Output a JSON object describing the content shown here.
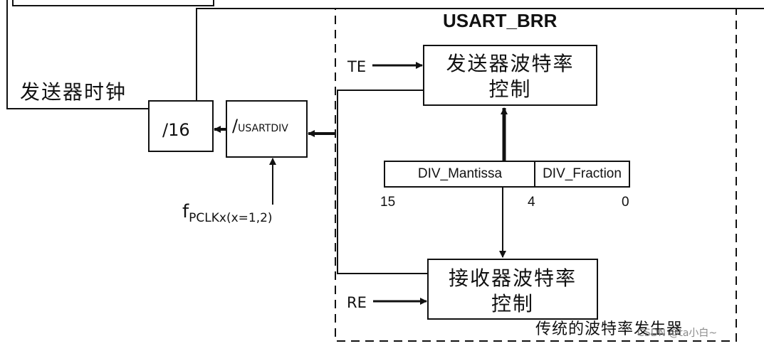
{
  "register": {
    "name": "USART_BRR"
  },
  "labels": {
    "tx_clock": "发送器时钟",
    "te": "TE",
    "re": "RE",
    "generator": "传统的波特率发生器"
  },
  "blocks": {
    "div16": "/16",
    "usartdiv_slash": "/",
    "usartdiv_name": "USARTDIV",
    "tx_ctrl_line1": "发送器波特率",
    "tx_ctrl_line2": "控制",
    "rx_ctrl_line1": "接收器波特率",
    "rx_ctrl_line2": "控制"
  },
  "pclk": {
    "main": "f",
    "sub": "PCLKx(x=1,2)"
  },
  "brr_fields": [
    {
      "name": "DIV_Mantissa"
    },
    {
      "name": "DIV_Fraction"
    }
  ],
  "bit_labels": {
    "high": "15",
    "mid": "4",
    "low": "0"
  },
  "watermark": "CSDN @ta小白~"
}
